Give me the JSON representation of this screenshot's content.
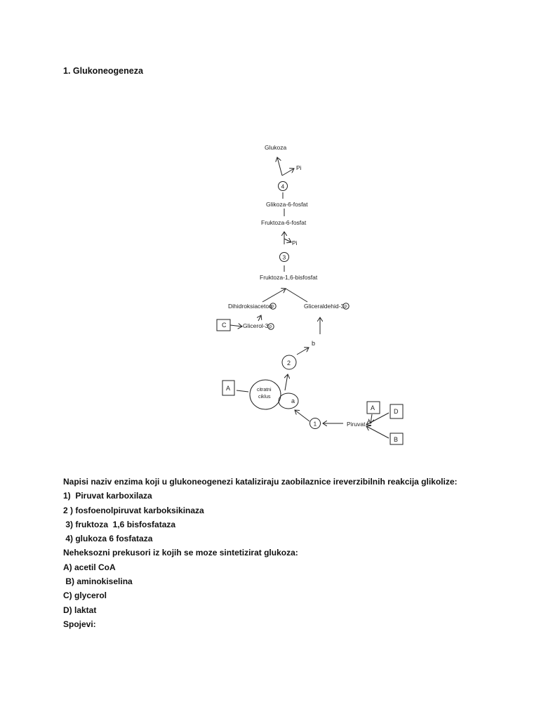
{
  "heading": "1. Glukoneogeneza",
  "diagram": {
    "glukoza": "Glukoza",
    "pi_top": "Pi",
    "step4": "4",
    "glukoza6f": "Glikoza-6-fosfat",
    "fruktoza6f": "Fruktoza-6-fosfat",
    "pi_mid": "Pi",
    "step3": "3",
    "fruktoza16": "Fruktoza-1,6-bisfosfat",
    "dhap": "Dihidroksiaceton",
    "g3p": "Gliceraldehid-3",
    "box_c": "C",
    "glicerol3": "Glicerol-3",
    "b": "b",
    "step2": "2",
    "box_a_left": "A",
    "citratni": "citratni",
    "ciklus": "ciklus",
    "a": "a",
    "step1": "1",
    "piruvat": "Piruvat",
    "box_a_right": "A",
    "box_d": "D",
    "box_b": "B",
    "p": "P"
  },
  "content": {
    "question1": "Napisi naziv enzima koji u glukoneogenezi kataliziraju zaobilaznice ireverzibilnih reakcija glikolize:",
    "e1": "1)  Piruvat karboxilaza",
    "e2": "2 ) fosfoenolpiruvat karboksikinaza",
    "e3": " 3) fruktoza  1,6 bisfosfataza",
    "e4": " 4) glukoza 6 fosfataza",
    "question2": "Neheksozni prekusori iz kojih se moze sintetizirat glukoza:",
    "pa": "A) acetil CoA",
    "pb": " B) aminokiselina",
    "pc": "C) glycerol",
    "pd": "D) laktat",
    "spojevi": "Spojevi:"
  }
}
